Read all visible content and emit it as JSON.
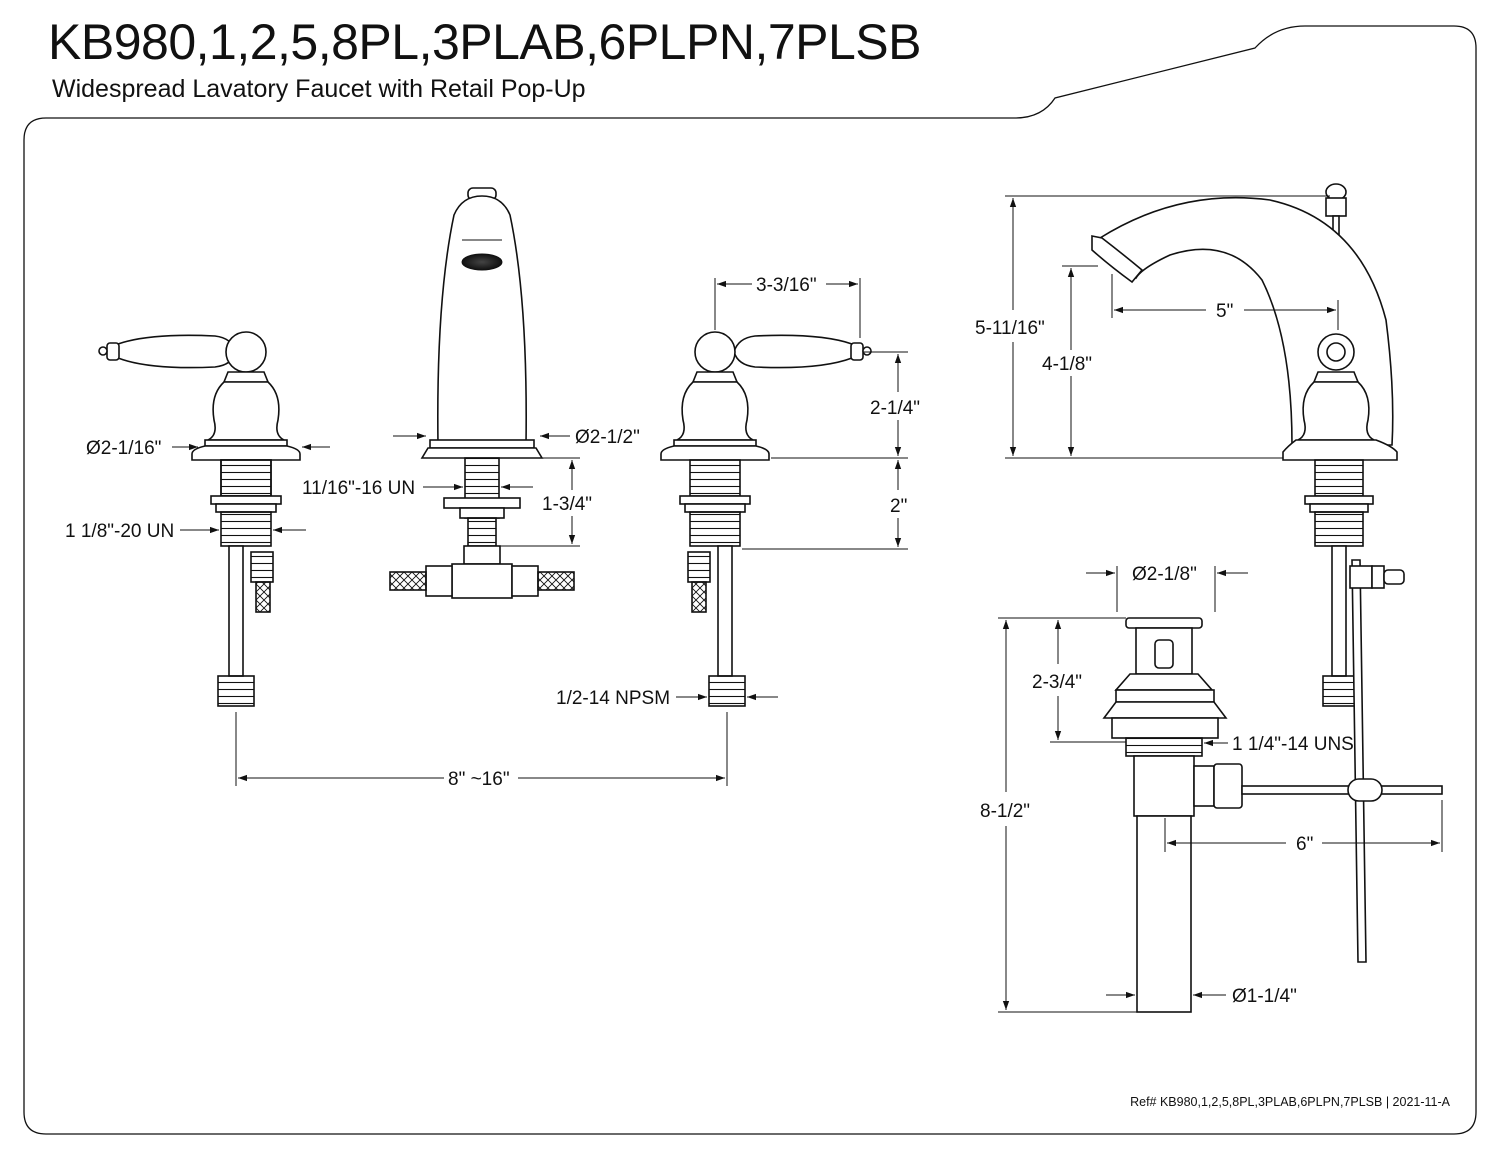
{
  "header": {
    "title": "KB980,1,2,5,8PL,3PLAB,6PLPN,7PLSB",
    "subtitle": "Widespread Lavatory Faucet with Retail Pop-Up"
  },
  "dimensions": {
    "left_handle_base_dia": "Ø2-1/16\"",
    "left_shank_thread": "1 1/8\"-20 UN",
    "spout_base_dia": "Ø2-1/2\"",
    "spout_thread": "11/16\"-16 UN",
    "spout_shank_length": "1-3/4\"",
    "handle_reach": "3-3/16\"",
    "handle_height": "2-1/4\"",
    "shank_length": "2\"",
    "supply_thread": "1/2-14 NPSM",
    "center_spread": "8\" ~16\"",
    "overall_height": "5-11/16\"",
    "spout_height": "4-1/8\"",
    "spout_reach": "5\"",
    "drain_flange_dia": "Ø2-1/8\"",
    "drain_body_height": "2-3/4\"",
    "drain_thread": "1 1/4\"-14 UNS",
    "drain_total_length": "8-1/2\"",
    "pivot_rod_length": "6\"",
    "tailpiece_dia": "Ø1-1/4\""
  },
  "footer": {
    "reference": "Ref# KB980,1,2,5,8PL,3PLAB,6PLPN,7PLSB | 2021-11-A"
  }
}
